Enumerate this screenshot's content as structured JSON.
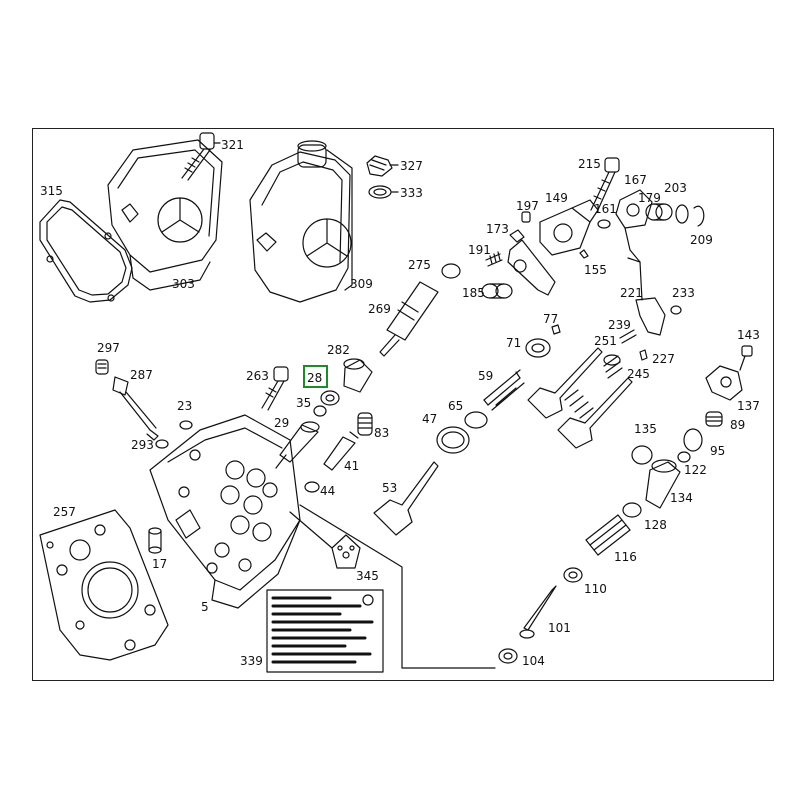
{
  "diagram": {
    "highlight": {
      "label": "28",
      "color": "#1f8a2a"
    },
    "callouts": [
      {
        "id": "c321",
        "text": "321"
      },
      {
        "id": "c327",
        "text": "327"
      },
      {
        "id": "c333",
        "text": "333"
      },
      {
        "id": "c315",
        "text": "315"
      },
      {
        "id": "c303",
        "text": "303"
      },
      {
        "id": "c309",
        "text": "309"
      },
      {
        "id": "c215",
        "text": "215"
      },
      {
        "id": "c167",
        "text": "167"
      },
      {
        "id": "c149",
        "text": "149"
      },
      {
        "id": "c197",
        "text": "197"
      },
      {
        "id": "c161",
        "text": "161"
      },
      {
        "id": "c179",
        "text": "179"
      },
      {
        "id": "c203",
        "text": "203"
      },
      {
        "id": "c173",
        "text": "173"
      },
      {
        "id": "c209",
        "text": "209"
      },
      {
        "id": "c191",
        "text": "191"
      },
      {
        "id": "c155",
        "text": "155"
      },
      {
        "id": "c275",
        "text": "275"
      },
      {
        "id": "c185",
        "text": "185"
      },
      {
        "id": "c221",
        "text": "221"
      },
      {
        "id": "c233",
        "text": "233"
      },
      {
        "id": "c269",
        "text": "269"
      },
      {
        "id": "c77",
        "text": "77"
      },
      {
        "id": "c239",
        "text": "239"
      },
      {
        "id": "c143",
        "text": "143"
      },
      {
        "id": "c297",
        "text": "297"
      },
      {
        "id": "c282",
        "text": "282"
      },
      {
        "id": "c71",
        "text": "71"
      },
      {
        "id": "c251",
        "text": "251"
      },
      {
        "id": "c227",
        "text": "227"
      },
      {
        "id": "c263",
        "text": "263"
      },
      {
        "id": "c287",
        "text": "287"
      },
      {
        "id": "c245",
        "text": "245"
      },
      {
        "id": "c59",
        "text": "59"
      },
      {
        "id": "c137",
        "text": "137"
      },
      {
        "id": "c23",
        "text": "23"
      },
      {
        "id": "c35",
        "text": "35"
      },
      {
        "id": "c65",
        "text": "65"
      },
      {
        "id": "c29",
        "text": "29"
      },
      {
        "id": "c47",
        "text": "47"
      },
      {
        "id": "c83",
        "text": "83"
      },
      {
        "id": "c135",
        "text": "135"
      },
      {
        "id": "c89",
        "text": "89"
      },
      {
        "id": "c293",
        "text": "293"
      },
      {
        "id": "c95",
        "text": "95"
      },
      {
        "id": "c41",
        "text": "41"
      },
      {
        "id": "c122",
        "text": "122"
      },
      {
        "id": "c44",
        "text": "44"
      },
      {
        "id": "c53",
        "text": "53"
      },
      {
        "id": "c134",
        "text": "134"
      },
      {
        "id": "c257",
        "text": "257"
      },
      {
        "id": "c128",
        "text": "128"
      },
      {
        "id": "c17",
        "text": "17"
      },
      {
        "id": "c116",
        "text": "116"
      },
      {
        "id": "c345",
        "text": "345"
      },
      {
        "id": "c110",
        "text": "110"
      },
      {
        "id": "c5",
        "text": "5"
      },
      {
        "id": "c101",
        "text": "101"
      },
      {
        "id": "c339",
        "text": "339"
      },
      {
        "id": "c104",
        "text": "104"
      }
    ]
  }
}
